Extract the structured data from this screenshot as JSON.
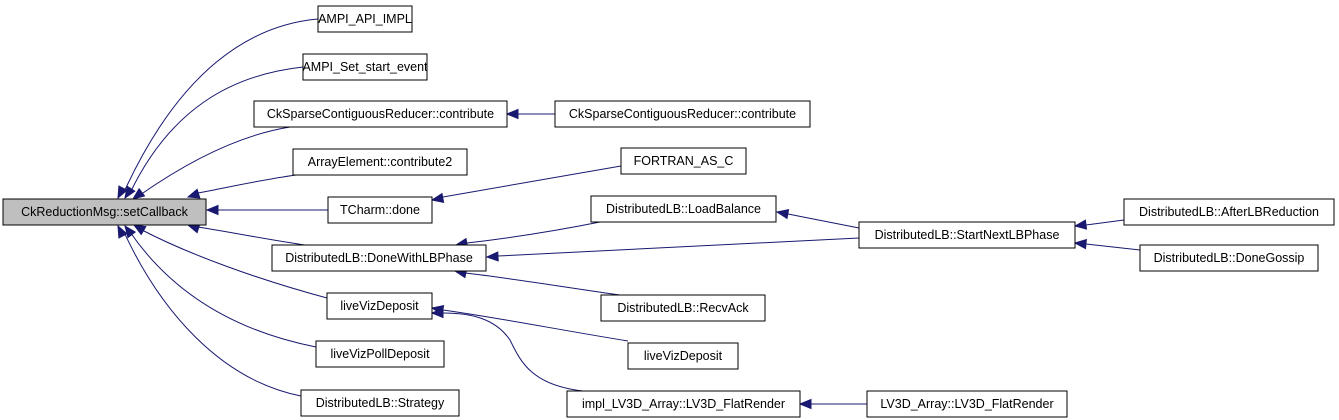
{
  "graph": {
    "title": "Caller graph of CkReductionMsg::setCallback",
    "edge_color": "#191970",
    "root_fill": "#bfbfbf",
    "node_fill": "#ffffff",
    "nodes": [
      {
        "id": "setCallback",
        "label": "CkReductionMsg::setCallback",
        "root": true
      },
      {
        "id": "ampi_api_impl",
        "label": "AMPI_API_IMPL"
      },
      {
        "id": "ampi_set_start_event",
        "label": "AMPI_Set_start_event"
      },
      {
        "id": "cksparse1",
        "label": "CkSparseContiguousReducer::contribute"
      },
      {
        "id": "cksparse2",
        "label": "CkSparseContiguousReducer::contribute"
      },
      {
        "id": "arrayelement_contribute2",
        "label": "ArrayElement::contribute2"
      },
      {
        "id": "fortran_as_c",
        "label": "FORTRAN_AS_C"
      },
      {
        "id": "tcharm_done",
        "label": "TCharm::done"
      },
      {
        "id": "dlb_loadbalance",
        "label": "DistributedLB::LoadBalance"
      },
      {
        "id": "dlb_startnext",
        "label": "DistributedLB::StartNextLBPhase"
      },
      {
        "id": "dlb_afterlbreduction",
        "label": "DistributedLB::AfterLBReduction"
      },
      {
        "id": "dlb_donewithlbphase",
        "label": "DistributedLB::DoneWithLBPhase"
      },
      {
        "id": "dlb_donegossip",
        "label": "DistributedLB::DoneGossip"
      },
      {
        "id": "livevizdeposit1",
        "label": "liveVizDeposit"
      },
      {
        "id": "dlb_recvack",
        "label": "DistributedLB::RecvAck"
      },
      {
        "id": "livevizdeposit2",
        "label": "liveVizDeposit"
      },
      {
        "id": "livevizpolldeposit",
        "label": "liveVizPollDeposit"
      },
      {
        "id": "dlb_strategy",
        "label": "DistributedLB::Strategy"
      },
      {
        "id": "impl_lv3d_flatrender",
        "label": "impl_LV3D_Array::LV3D_FlatRender"
      },
      {
        "id": "lv3d_flatrender",
        "label": "LV3D_Array::LV3D_FlatRender"
      }
    ],
    "edges": [
      {
        "from": "ampi_api_impl",
        "to": "setCallback"
      },
      {
        "from": "ampi_set_start_event",
        "to": "setCallback"
      },
      {
        "from": "cksparse1",
        "to": "setCallback"
      },
      {
        "from": "arrayelement_contribute2",
        "to": "setCallback"
      },
      {
        "from": "tcharm_done",
        "to": "setCallback"
      },
      {
        "from": "dlb_donewithlbphase",
        "to": "setCallback"
      },
      {
        "from": "livevizdeposit1",
        "to": "setCallback"
      },
      {
        "from": "livevizpolldeposit",
        "to": "setCallback"
      },
      {
        "from": "dlb_strategy",
        "to": "setCallback"
      },
      {
        "from": "cksparse2",
        "to": "cksparse1"
      },
      {
        "from": "fortran_as_c",
        "to": "tcharm_done"
      },
      {
        "from": "dlb_loadbalance",
        "to": "dlb_donewithlbphase"
      },
      {
        "from": "dlb_startnext",
        "to": "dlb_donewithlbphase"
      },
      {
        "from": "dlb_recvack",
        "to": "dlb_donewithlbphase"
      },
      {
        "from": "dlb_startnext",
        "to": "dlb_loadbalance"
      },
      {
        "from": "dlb_afterlbreduction",
        "to": "dlb_startnext"
      },
      {
        "from": "dlb_donegossip",
        "to": "dlb_startnext"
      },
      {
        "from": "livevizdeposit2",
        "to": "livevizdeposit1"
      },
      {
        "from": "impl_lv3d_flatrender",
        "to": "livevizdeposit1"
      },
      {
        "from": "lv3d_flatrender",
        "to": "impl_lv3d_flatrender"
      }
    ]
  }
}
